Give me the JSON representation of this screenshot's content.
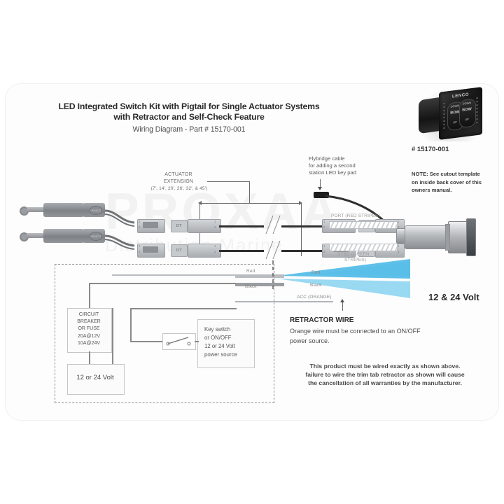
{
  "document": {
    "title_line1": "LED Integrated Switch Kit with Pigtail for Single Actuator Systems",
    "title_line2": "with Retractor and Self-Check Feature",
    "subtitle": "Wiring Diagram - Part # 15170-001"
  },
  "watermark": {
    "line1": "PROXAA",
    "line2": "Distribution Marine"
  },
  "product": {
    "brand": "LENCO",
    "part_number": "# 15170-001",
    "note": "NOTE: See cutout template on inside back cover of this owners manual.",
    "keypad_buttons": [
      {
        "top": "DOWN",
        "middle": "BOW",
        "bottom": "UP"
      },
      {
        "top": "DOWN",
        "middle": "BOW",
        "bottom": "UP"
      }
    ],
    "voltage_label": "12 & 24 Volt"
  },
  "callouts": {
    "actuator_extension_title_line1": "ACTUATOR",
    "actuator_extension_title_line2": "EXTENSION",
    "actuator_extension_lengths": "(7', 14', 20', 26', 32', & 45')",
    "flybridge_line1": "Flybridge cable",
    "flybridge_line2": "for adding a second",
    "flybridge_line3": "station LED key pad"
  },
  "wire_labels": {
    "port": "PORT (RED STRIPES)",
    "stbd_line1": "STBD (GREEN",
    "stbd_line2": "STRIPES)",
    "acc": "ACC (ORANGE)",
    "red": "Red",
    "black": "Black",
    "connector_label": "DT"
  },
  "boxes": {
    "breaker": {
      "line1": "CIRCUIT",
      "line2": "BREAKER",
      "line3": "OR FUSE",
      "line4": "20A@12V",
      "line5": "10A@24V"
    },
    "battery": {
      "label": "12 or 24 Volt"
    },
    "key_switch": {
      "line1": "Key switch",
      "line2": "or ON/OFF",
      "line3": "12 or 24 Volt",
      "line4": "power source"
    }
  },
  "retractor": {
    "heading": "RETRACTOR WIRE",
    "line1": "Orange wire must be connected to an ON/OFF",
    "line2": "power source."
  },
  "warning": {
    "line1": "This product must be wired exactly as shown above.",
    "line2": "failure to wire the trim tab retractor as shown will cause",
    "line3": "the cancellation of all warranties by the manufacturer."
  },
  "colors": {
    "accent_blue": "#29abe2",
    "cable_black": "#2f2f2f",
    "text_dark": "#2b2b2b",
    "text_gray": "#555555"
  }
}
